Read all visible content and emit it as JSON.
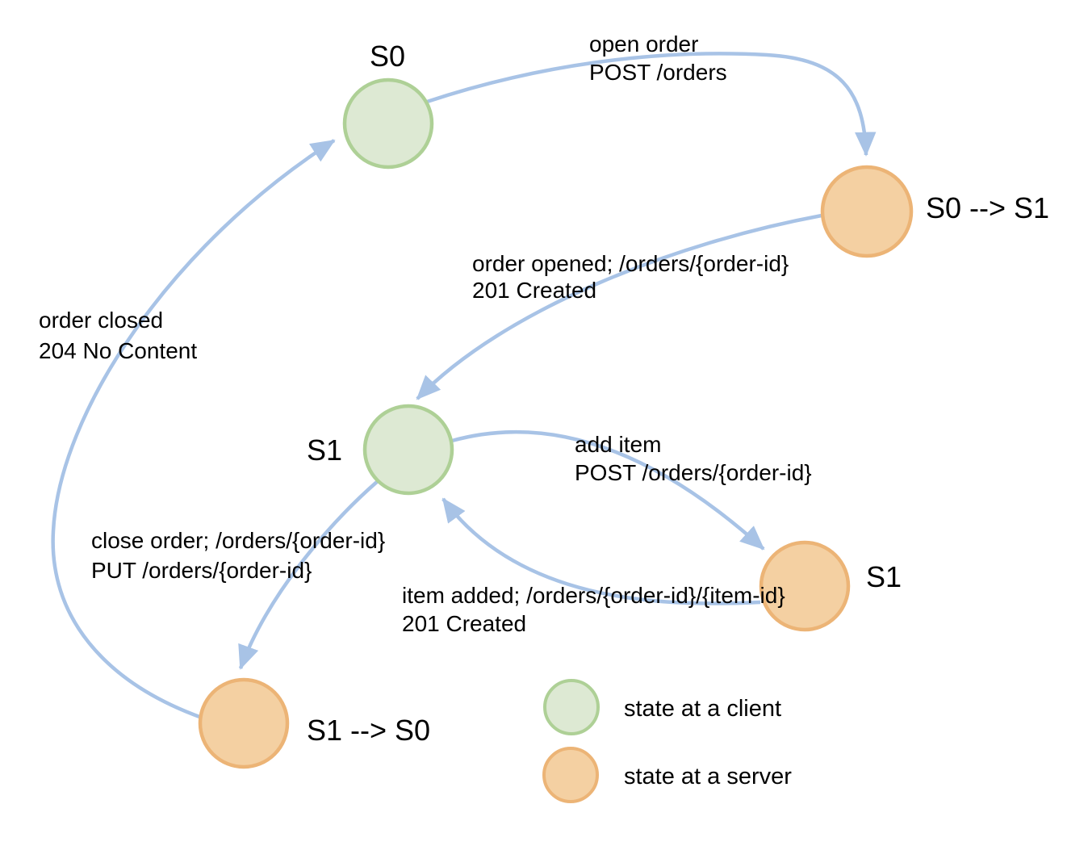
{
  "colors": {
    "background": "#ffffff",
    "client_fill": "#dde9d3",
    "client_stroke": "#aed096",
    "server_fill": "#f4d0a2",
    "server_stroke": "#ecb476",
    "edge": "#a8c3e6",
    "text": "#000000"
  },
  "diagram": {
    "type": "state-transition-diagram",
    "nodes": [
      {
        "id": "s0_client",
        "label": "S0",
        "kind": "client"
      },
      {
        "id": "s0_to_s1_server",
        "label": "S0 --> S1",
        "kind": "server"
      },
      {
        "id": "s1_client",
        "label": "S1",
        "kind": "client"
      },
      {
        "id": "s1_server",
        "label": "S1",
        "kind": "server"
      },
      {
        "id": "s1_to_s0_server",
        "label": "S1 --> S0",
        "kind": "server"
      }
    ],
    "edges": [
      {
        "from": "s0_client",
        "to": "s0_to_s1_server",
        "label_lines": [
          "open order",
          "POST /orders"
        ]
      },
      {
        "from": "s0_to_s1_server",
        "to": "s1_client",
        "label_lines": [
          "order opened; /orders/{order-id}",
          "201 Created"
        ]
      },
      {
        "from": "s1_client",
        "to": "s1_server",
        "label_lines": [
          "add item",
          "POST /orders/{order-id}"
        ]
      },
      {
        "from": "s1_server",
        "to": "s1_client",
        "label_lines": [
          "item added; /orders/{order-id}/{item-id}",
          "201 Created"
        ]
      },
      {
        "from": "s1_client",
        "to": "s1_to_s0_server",
        "label_lines": [
          "close order; /orders/{order-id}",
          "PUT /orders/{order-id}"
        ]
      },
      {
        "from": "s1_to_s0_server",
        "to": "s0_client",
        "label_lines": [
          "order closed",
          "204 No Content"
        ]
      }
    ],
    "legend": [
      {
        "kind": "client",
        "label": "state at a client"
      },
      {
        "kind": "server",
        "label": "state at a server"
      }
    ]
  }
}
